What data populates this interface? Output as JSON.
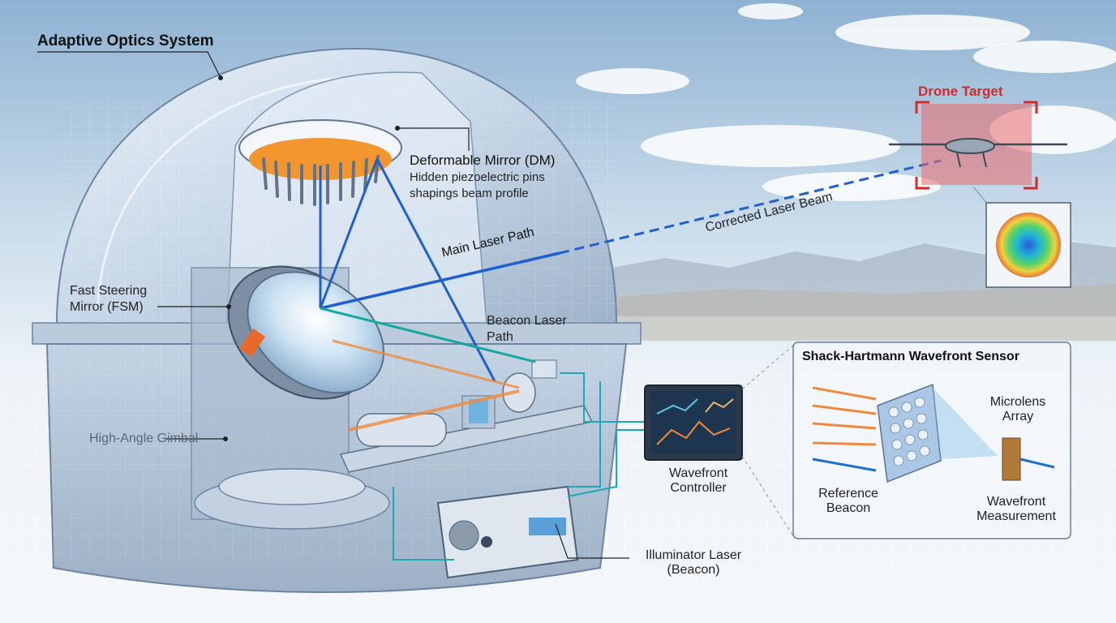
{
  "diagram": {
    "title": "Adaptive Optics System",
    "labels": {
      "drone_target": "Drone Target",
      "deformable_mirror_title": "Deformable Mirror (DM)",
      "deformable_mirror_desc": "Hidden piezoelectric pins shapings beam profile",
      "fast_steering_mirror": "Fast Steering Mirror (FSM)",
      "gimbal": "High-Angle Gimbal",
      "beacon_laser_path": "Beacon Laser Path",
      "main_laser_path": "Main Laser Path",
      "corrected_laser_beam": "Corrected Laser Beam",
      "wavefront_controller": "Wavefront Controller",
      "illuminator_laser": "Illuminator Laser (Beacon)",
      "shack_hartmann_title": "Shack-Hartmann Wavefront Sensor",
      "microlens_array": "Microlens Array",
      "reference_beacon": "Reference Beacon",
      "wavefront_measurement": "Wavefront Measurement"
    }
  },
  "colors": {
    "main_beam": "#1f5fd0",
    "beacon_beam": "#17a8a0",
    "illuminator_beam": "#f08a3a",
    "target_highlight": "#e23c3c",
    "dome": "#b8cbe0"
  }
}
